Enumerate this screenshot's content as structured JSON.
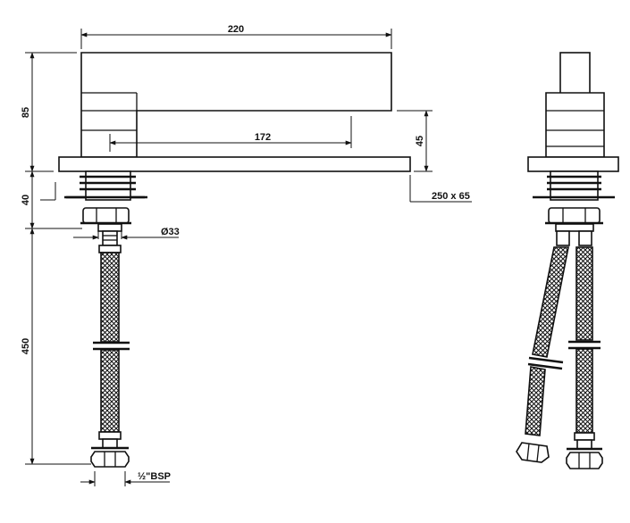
{
  "dimensions": {
    "width_total": "220",
    "spout_reach": "172",
    "body_height": "85",
    "spout_height": "45",
    "deck_height": "40",
    "plate_size": "250 x 65",
    "tail_diameter": "Ø33",
    "hose_length": "450",
    "connection": "½\"BSP"
  }
}
